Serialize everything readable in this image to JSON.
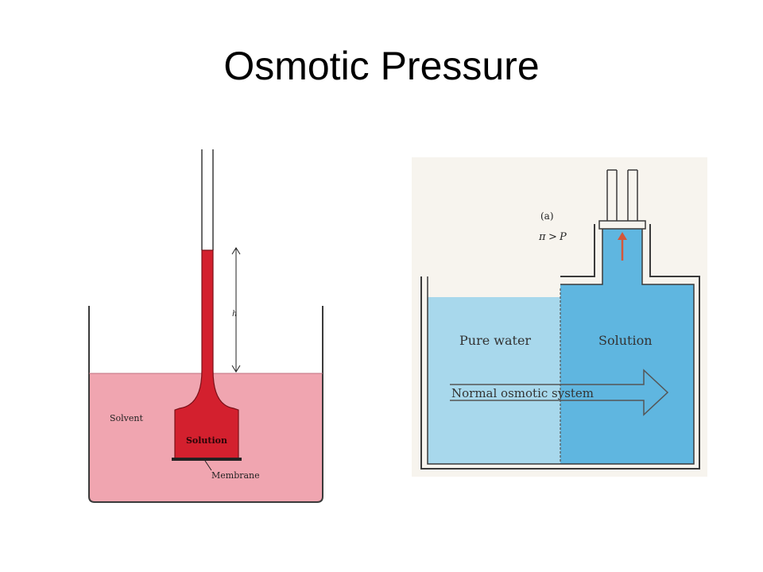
{
  "slide": {
    "title": "Osmotic Pressure"
  },
  "left_diagram": {
    "labels": {
      "solvent": "Solvent",
      "solution": "Solution",
      "membrane": "Membrane",
      "height": "h"
    },
    "colors": {
      "solvent": "#f0a5b0",
      "solution": "#d3202e",
      "outline": "#3a3a3a"
    }
  },
  "right_diagram": {
    "labels": {
      "panel": "(a)",
      "pi": "π",
      "relation_symbol": ">",
      "pressure": "P",
      "pure_water": "Pure water",
      "solution": "Solution",
      "flow": "Normal osmotic system"
    },
    "colors": {
      "pure_water": "#a8d8ec",
      "solution": "#5fb6e0",
      "background": "#f7f4ee",
      "arrow": "#d4573a",
      "outline": "#3a3a3a"
    }
  }
}
